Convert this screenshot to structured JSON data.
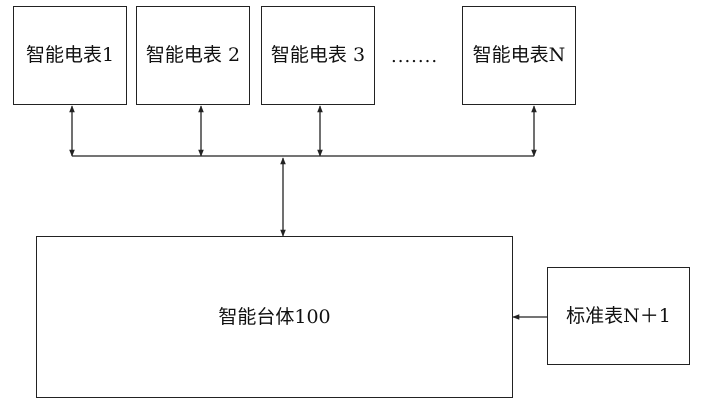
{
  "meters": [
    {
      "label": "智能电表1"
    },
    {
      "label": "智能电表 2"
    },
    {
      "label": "智能电表 3"
    },
    {
      "label": "智能电表N"
    }
  ],
  "ellipsis": ".......",
  "platform": {
    "label": "智能台体100"
  },
  "standard_meter": {
    "label": "标准表N＋1"
  },
  "colors": {
    "line": "#222222",
    "background": "#ffffff"
  }
}
